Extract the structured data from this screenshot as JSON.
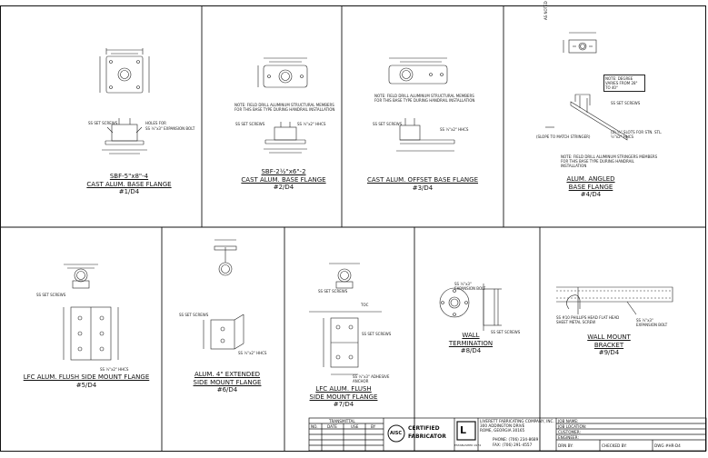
{
  "details": [
    {
      "title": [
        "SBF-5\"x8\"-4",
        "CAST ALUM. BASE FLANGE"
      ],
      "number": "#1/D4"
    },
    {
      "title": [
        "SBF-2½\"x6\"-2",
        "CAST ALUM. BASE FLANGE"
      ],
      "number": "#2/D4"
    },
    {
      "title": [
        "CAST ALUM. OFFSET BASE FLANGE"
      ],
      "number": "#3/D4"
    },
    {
      "title": [
        "ALUM. ANGLED",
        "BASE FLANGE"
      ],
      "number": "#4/D4"
    },
    {
      "title": [
        "LFC ALUM. FLUSH SIDE MOUNT FLANGE"
      ],
      "number": "#5/D4"
    },
    {
      "title": [
        "ALUM. 4\" EXTENDED",
        "SIDE MOUNT FLANGE"
      ],
      "number": "#6/D4"
    },
    {
      "title": [
        "LFC ALUM. FLUSH",
        "SIDE MOUNT FLANGE"
      ],
      "number": "#7/D4"
    },
    {
      "title": [
        "WALL",
        "TERMINATION"
      ],
      "number": "#8/D4"
    },
    {
      "title": [
        "WALL MOUNT",
        "BRACKET"
      ],
      "number": "#9/D4"
    }
  ],
  "notes": {
    "field_drill": "NOTE: FIELD DRILL ALUMINUM STRUCTURAL MEMBERS FOR THIS BASE TYPE DURING HANDRAIL INSTALLATION",
    "field_drill_stringers": "NOTE: FIELD DRILL ALUMINUM STRINGERS MEMBERS FOR THIS BASE TYPE DURING HANDRAIL INSTALLATION",
    "degree_varies": "NOTE: DEGREE VARIES FROM 28° TO 40°",
    "slope": "(SLOPE TO MATCH STRINGER)"
  },
  "labels": {
    "ss_set_screws": "SS SET SCREWS",
    "holes_for": "HOLES FOR",
    "expansion_bolt": "SS ½\"x3\" EXPANSION BOLT",
    "hhcs": "SS ½\"x2\" HHCS",
    "slots_for": "(2) ½\" SLOTS FOR STN. STL. ½\"x2\" HHCS",
    "toc": "TOC",
    "adhesive": "SS ½\"x3\" ADHESIVE ANCHOR",
    "flat_head": "SS #10 PHILLIPS HEAD FLAT HEAD SHEET METAL SCREW",
    "as_noted": "AS NOTED"
  },
  "title_block": {
    "transmittal": "TRANSMITTAL",
    "cols": [
      "NO.",
      "DATE",
      "USE",
      "BY"
    ],
    "aisc": "AISC",
    "certified": "CERTIFIED",
    "fabricator": "FABRICATOR",
    "company": "LIVERETT FABRICATING COMPANY, INC.",
    "address": "300 ADDINGTON DRIVE",
    "city": "ROME, GEORGIA   30165",
    "phone": "PHONE: (706) 234-8689",
    "fax": "FAX:   (706) 291-4557",
    "established": "ESTABLISHED 1974",
    "job_name": "JOB NAME:",
    "job_location": "JOB LOCATION:",
    "customer": "CUSTOMER:",
    "engineer": "ENGINEER:",
    "drn_by": "DRN BY:",
    "checked_by": "CHECKED BY:",
    "dwg": "DWG #HR-D4"
  }
}
